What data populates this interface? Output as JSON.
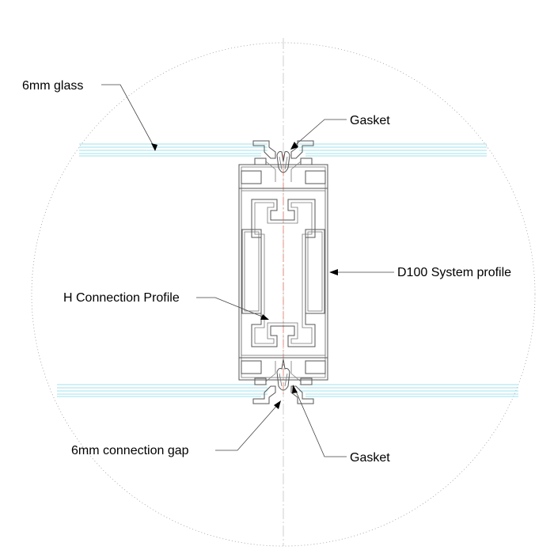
{
  "labels": {
    "glass": "6mm glass",
    "gasket_top": "Gasket",
    "system_profile": "D100 System profile",
    "h_connection": "H Connection Profile",
    "connection_gap": "6mm connection gap",
    "gasket_bottom": "Gasket"
  },
  "colors": {
    "glass_line": "#7fd8e6",
    "centerline": "#e07a6a",
    "profile_line": "#555555",
    "outline_dotted": "#999999"
  }
}
